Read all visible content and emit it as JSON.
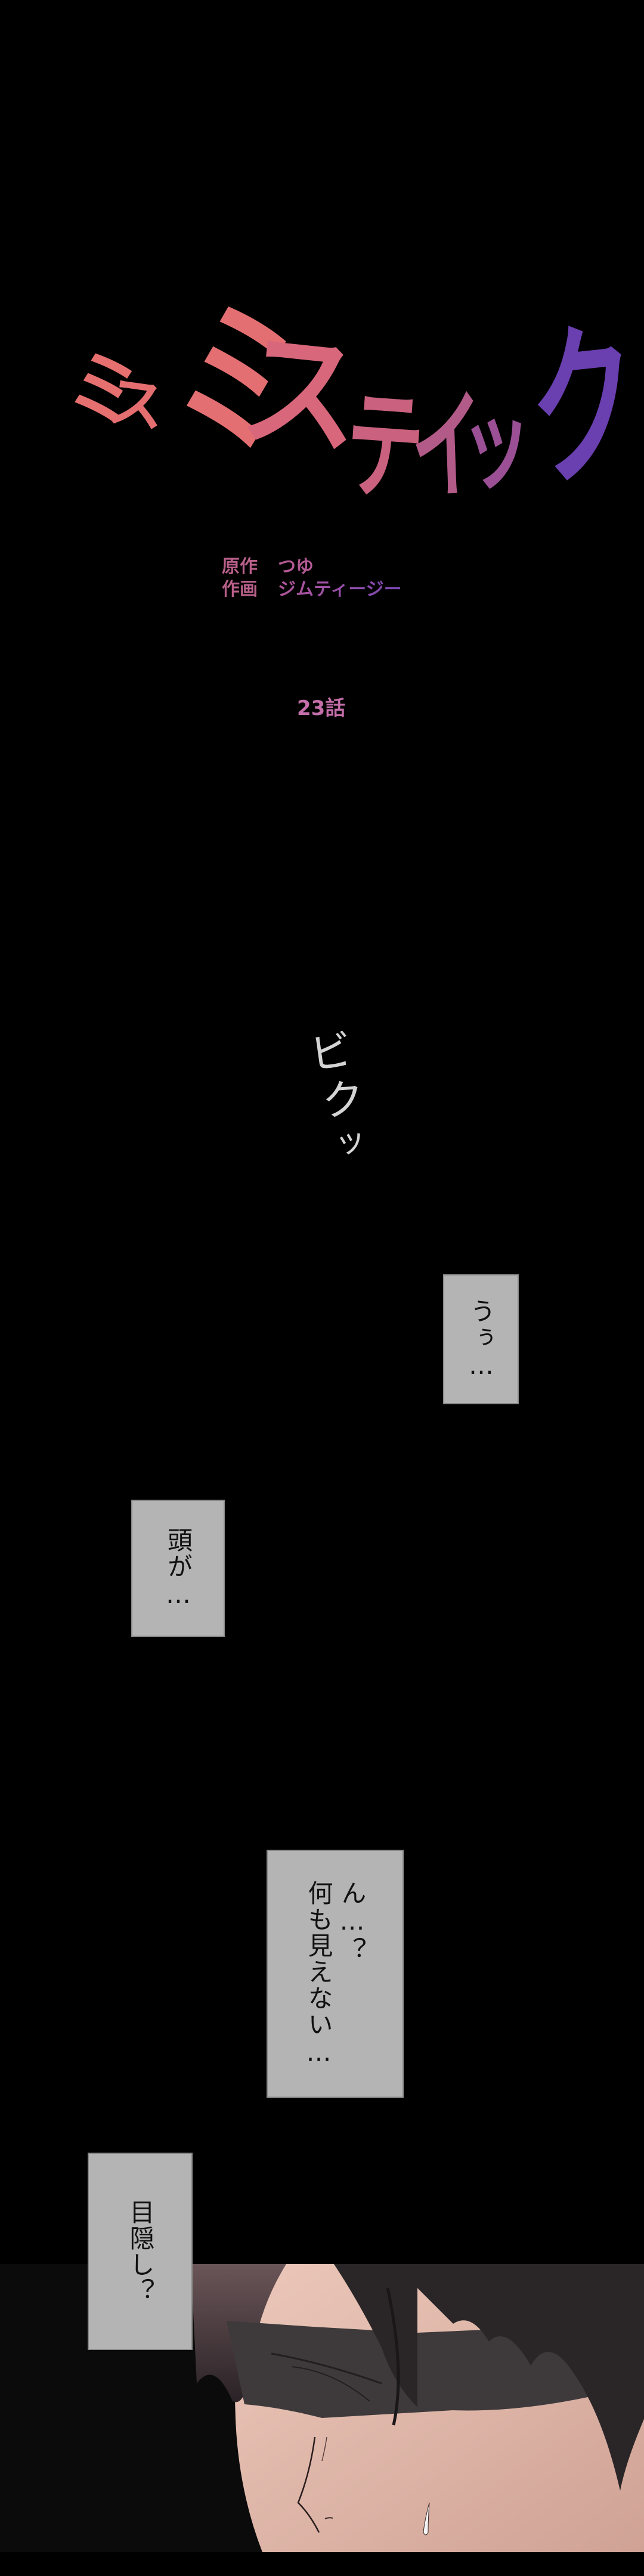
{
  "title": {
    "text": "ミスミスティック",
    "glyphs": [
      "ミ",
      "ス",
      "ミ",
      "ス",
      "テ",
      "イ",
      "ッ",
      "ク"
    ],
    "gradient_start": "#e6706f",
    "gradient_end": "#6a3fb0"
  },
  "credits": {
    "original_label": "原作",
    "original_name": "つゆ",
    "art_label": "作画",
    "art_name": "ジムティージー"
  },
  "episode": {
    "label": "23話"
  },
  "sfx": {
    "text": "ビクッ",
    "glyphs": [
      "ビ",
      "ク",
      "ッ"
    ]
  },
  "narration": [
    {
      "text": "うぅ…"
    },
    {
      "text": "頭が…"
    },
    {
      "lines": [
        "ん…？",
        "何も見えない…"
      ]
    },
    {
      "text": "目隠し？"
    }
  ],
  "panel": {
    "description": "Close-up of blindfolded dark-haired character's face",
    "colors": {
      "background": "#0b0b0b",
      "skin": "#e6c0b2",
      "blindfold": "#3e3a3b",
      "hair_dark": "#2a2628",
      "hair_brown": "#5a4a4c"
    }
  }
}
